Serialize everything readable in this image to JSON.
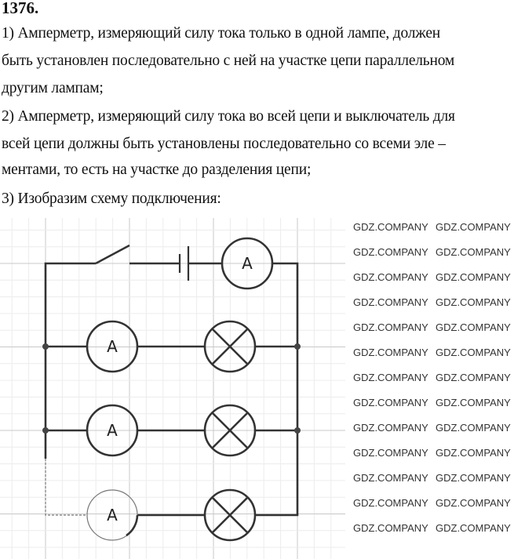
{
  "problem_number": "1376.",
  "paragraphs": [
    "1) Амперметр, измеряющий силу тока только в одной лампе, должен",
    "быть установлен последовательно с ней на участке цепи параллельном",
    "другим лампам;",
    "2) Амперметр, измеряющий силу тока во всей цепи и выключатель для",
    "всей цепи должны быть установлены последовательно со всеми эле –",
    "ментами, то есть на участке до разделения цепи;",
    "3) Изобразим схему подключения:"
  ],
  "circuit": {
    "ammeter_symbol": "A",
    "components": [
      "switch",
      "battery",
      "main-ammeter",
      "branch-ammeter-1",
      "lamp-1",
      "branch-ammeter-2",
      "lamp-2",
      "branch-ammeter-3",
      "lamp-3"
    ]
  },
  "watermark": {
    "text": "GDZ.COMPANY"
  }
}
